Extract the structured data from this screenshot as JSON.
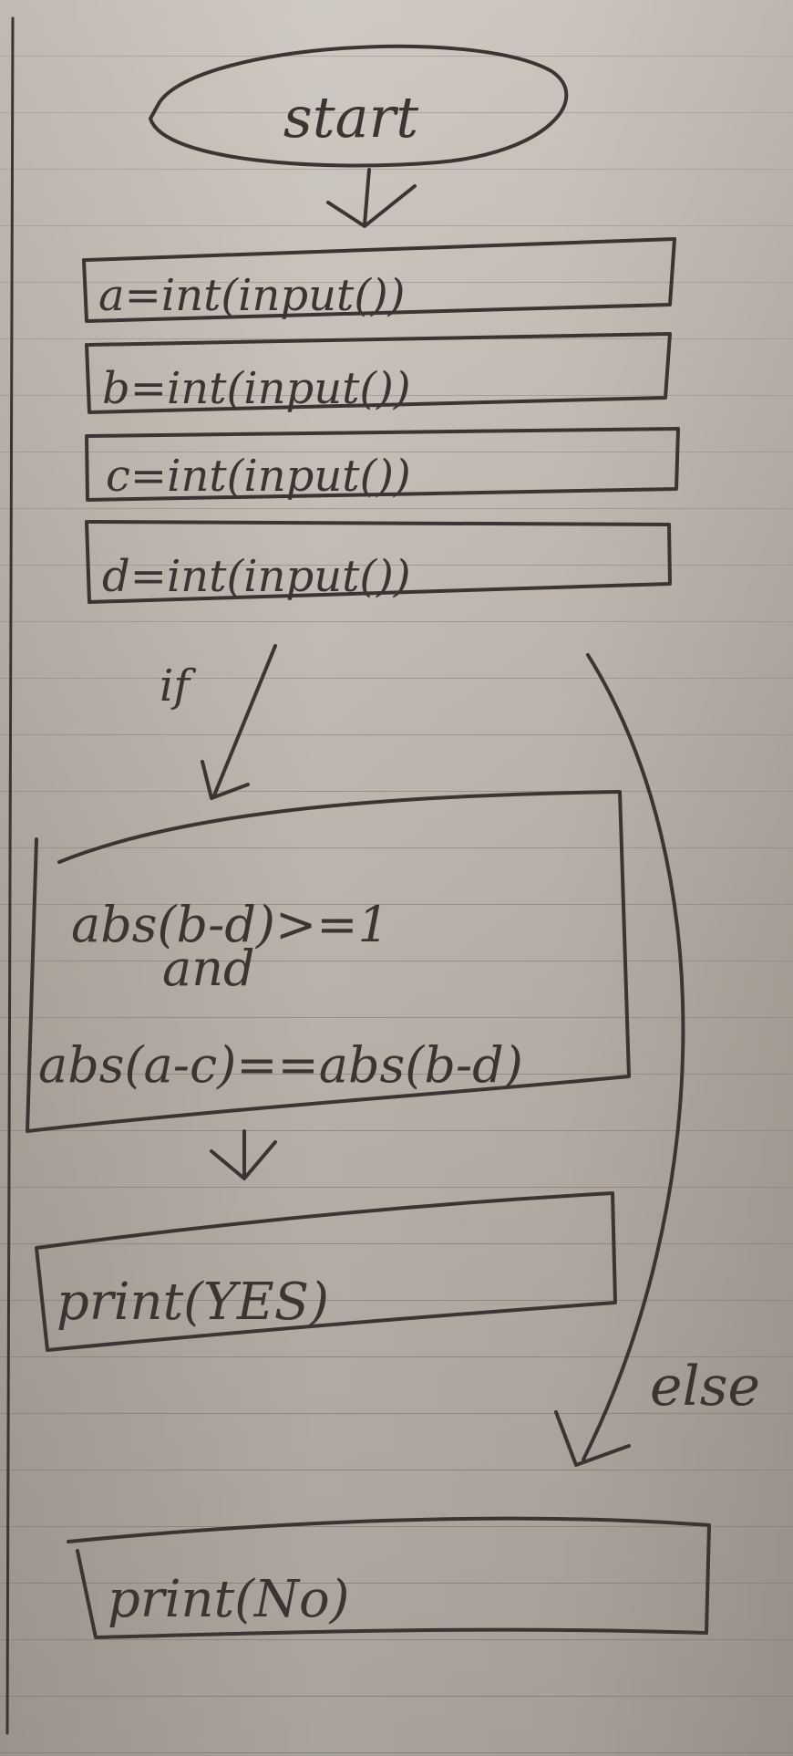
{
  "flowchart": {
    "start": "start",
    "inputs": [
      "a=int(input())",
      "b=int(input())",
      "c=int(input())",
      "d=int(input())"
    ],
    "if_label": "if",
    "condition": {
      "line1": "abs(b-d)>=1",
      "line2": "and",
      "line3": "abs(a-c)==abs(b-d)"
    },
    "yes_output": "print(YES)",
    "else_label": "else",
    "no_output": "print(No)"
  }
}
